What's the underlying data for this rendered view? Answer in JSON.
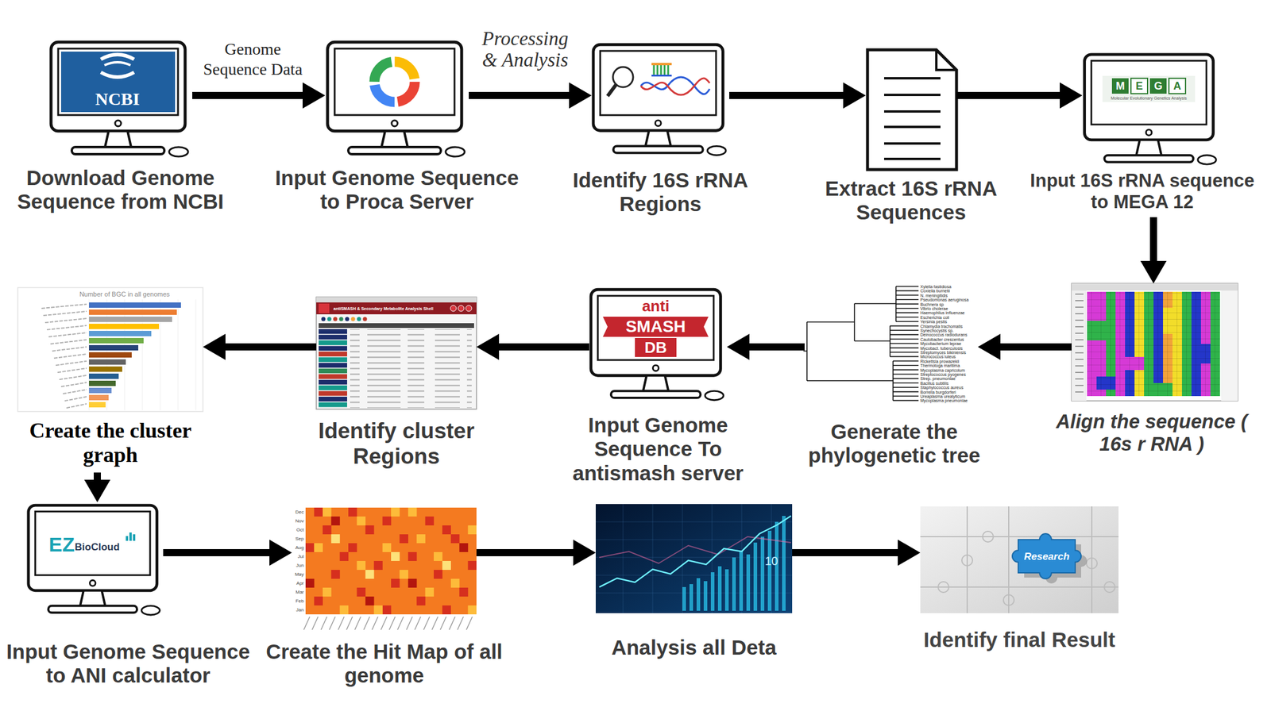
{
  "diagram": {
    "nodes": [
      {
        "text": [
          "Download Genome Sequence from NCBI"
        ]
      },
      {
        "text": [
          "Input Genome Sequence to Proca Server"
        ]
      },
      {
        "text": [
          "Identify 16S rRNA Regions"
        ]
      },
      {
        "text": [
          "Extract 16S rRNA Sequences"
        ]
      },
      {
        "text": [
          "Input 16S rRNA sequence to MEGA 12"
        ]
      },
      {
        "text": [
          "Align the sequence ( 16s r RNA )"
        ]
      },
      {
        "text": [
          "Generate the phylogenetic tree"
        ]
      },
      {
        "text": [
          "Input Genome Sequence To antismash server"
        ]
      },
      {
        "text": [
          "Identify cluster Regions"
        ]
      },
      {
        "text": [
          "Create the cluster graph"
        ]
      },
      {
        "text": [
          "Input Genome Sequence to ANI calculator"
        ]
      },
      {
        "text": [
          "Create the Hit Map of all genome"
        ]
      },
      {
        "text": [
          "Analysis all Deta"
        ]
      },
      {
        "text": [
          "Identify final Result"
        ]
      }
    ],
    "edges": [
      {
        "from": 0,
        "to": 1,
        "arrow": "to",
        "label": "Genome Sequence Data"
      },
      {
        "from": 1,
        "to": 2,
        "arrow": "to",
        "label": "Processing & Analysis"
      },
      {
        "from": 2,
        "to": 3,
        "arrow": "to"
      },
      {
        "from": 3,
        "to": 4,
        "arrow": "to"
      },
      {
        "from": 4,
        "to": 5,
        "arrow": "to"
      },
      {
        "from": 5,
        "to": 6,
        "arrow": "to"
      },
      {
        "from": 6,
        "to": 7,
        "arrow": "to"
      },
      {
        "from": 7,
        "to": 8,
        "arrow": "to"
      },
      {
        "from": 8,
        "to": 9,
        "arrow": "to"
      },
      {
        "from": 9,
        "to": 10,
        "arrow": "to"
      },
      {
        "from": 10,
        "to": 11,
        "arrow": "to"
      },
      {
        "from": 11,
        "to": 12,
        "arrow": "to"
      },
      {
        "from": 12,
        "to": 13,
        "arrow": "to"
      }
    ],
    "labels": [
      "NCBI",
      "M",
      "E",
      "G",
      "A",
      "Molecular Evolutionary Genetics Analysis",
      "Xylella fastidiosa",
      "Coxiella burnetii",
      "N. meningitidis",
      "Pseudomonas aeruginosa",
      "Buchnera sp",
      "Vibrio cholerae",
      "Haemophilus influenzae",
      "Escherichia coli",
      "Yersinia pestis",
      "Chlamydia trachomatis",
      "Synechocystis sp.",
      "Deinococcus radiodurans",
      "Caulobacter crescentus",
      "Mycobacterium leprae",
      "Mycobact. tuberculosis",
      "Streptomyces bikiniensis",
      "Micrococcus luteus",
      "Rickettsia prowazekii",
      "Thermotoga maritima",
      "Mycoplasma capricolum",
      "Streptococcus pyogenes",
      "Strep. pneumoniae",
      "Bacillus subtilis",
      "Staphylococcus aureus",
      "Borrelia burgdorferi",
      "Ureaplasma urealyticum",
      "Mycoplasma pneumoniae",
      "anti",
      "SMASH",
      "DB",
      "antiSMASH & Secondary Metabolite Analysis Shell",
      "Number of BGC in all genomes",
      "EZ",
      "BioCloud",
      "Dec",
      "Nov",
      "Oct",
      "Sep",
      "Aug",
      "Jul",
      "Jun",
      "May",
      "Apr",
      "Mar",
      "Feb",
      "Jan",
      "10",
      "Research"
    ]
  }
}
